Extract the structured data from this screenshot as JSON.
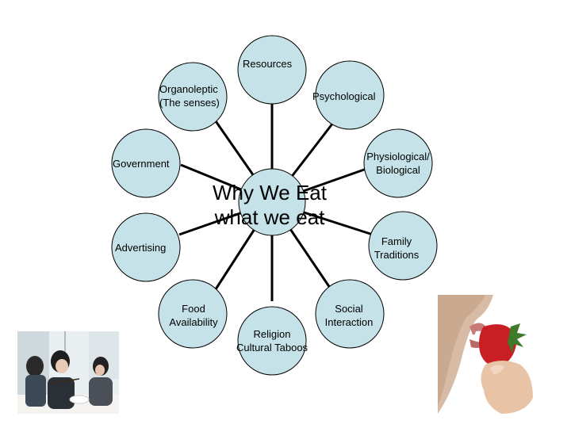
{
  "center": {
    "line1": "Why We Eat",
    "line2": "what we eat"
  },
  "nodes": {
    "resources": "Resources",
    "organoleptic": [
      "Organoleptic",
      "(The senses)"
    ],
    "psychological": "Psychological",
    "government": "Government",
    "physiological": [
      "Physiological/",
      "Biological"
    ],
    "advertising": "Advertising",
    "family": [
      "Family",
      "Traditions"
    ],
    "food": [
      "Food",
      "Availability"
    ],
    "social": [
      "Social",
      "Interaction"
    ],
    "religion": [
      "Religion",
      "Cultural Taboos"
    ]
  },
  "colors": {
    "node_fill": "#c5e2e8",
    "line": "#000000"
  }
}
